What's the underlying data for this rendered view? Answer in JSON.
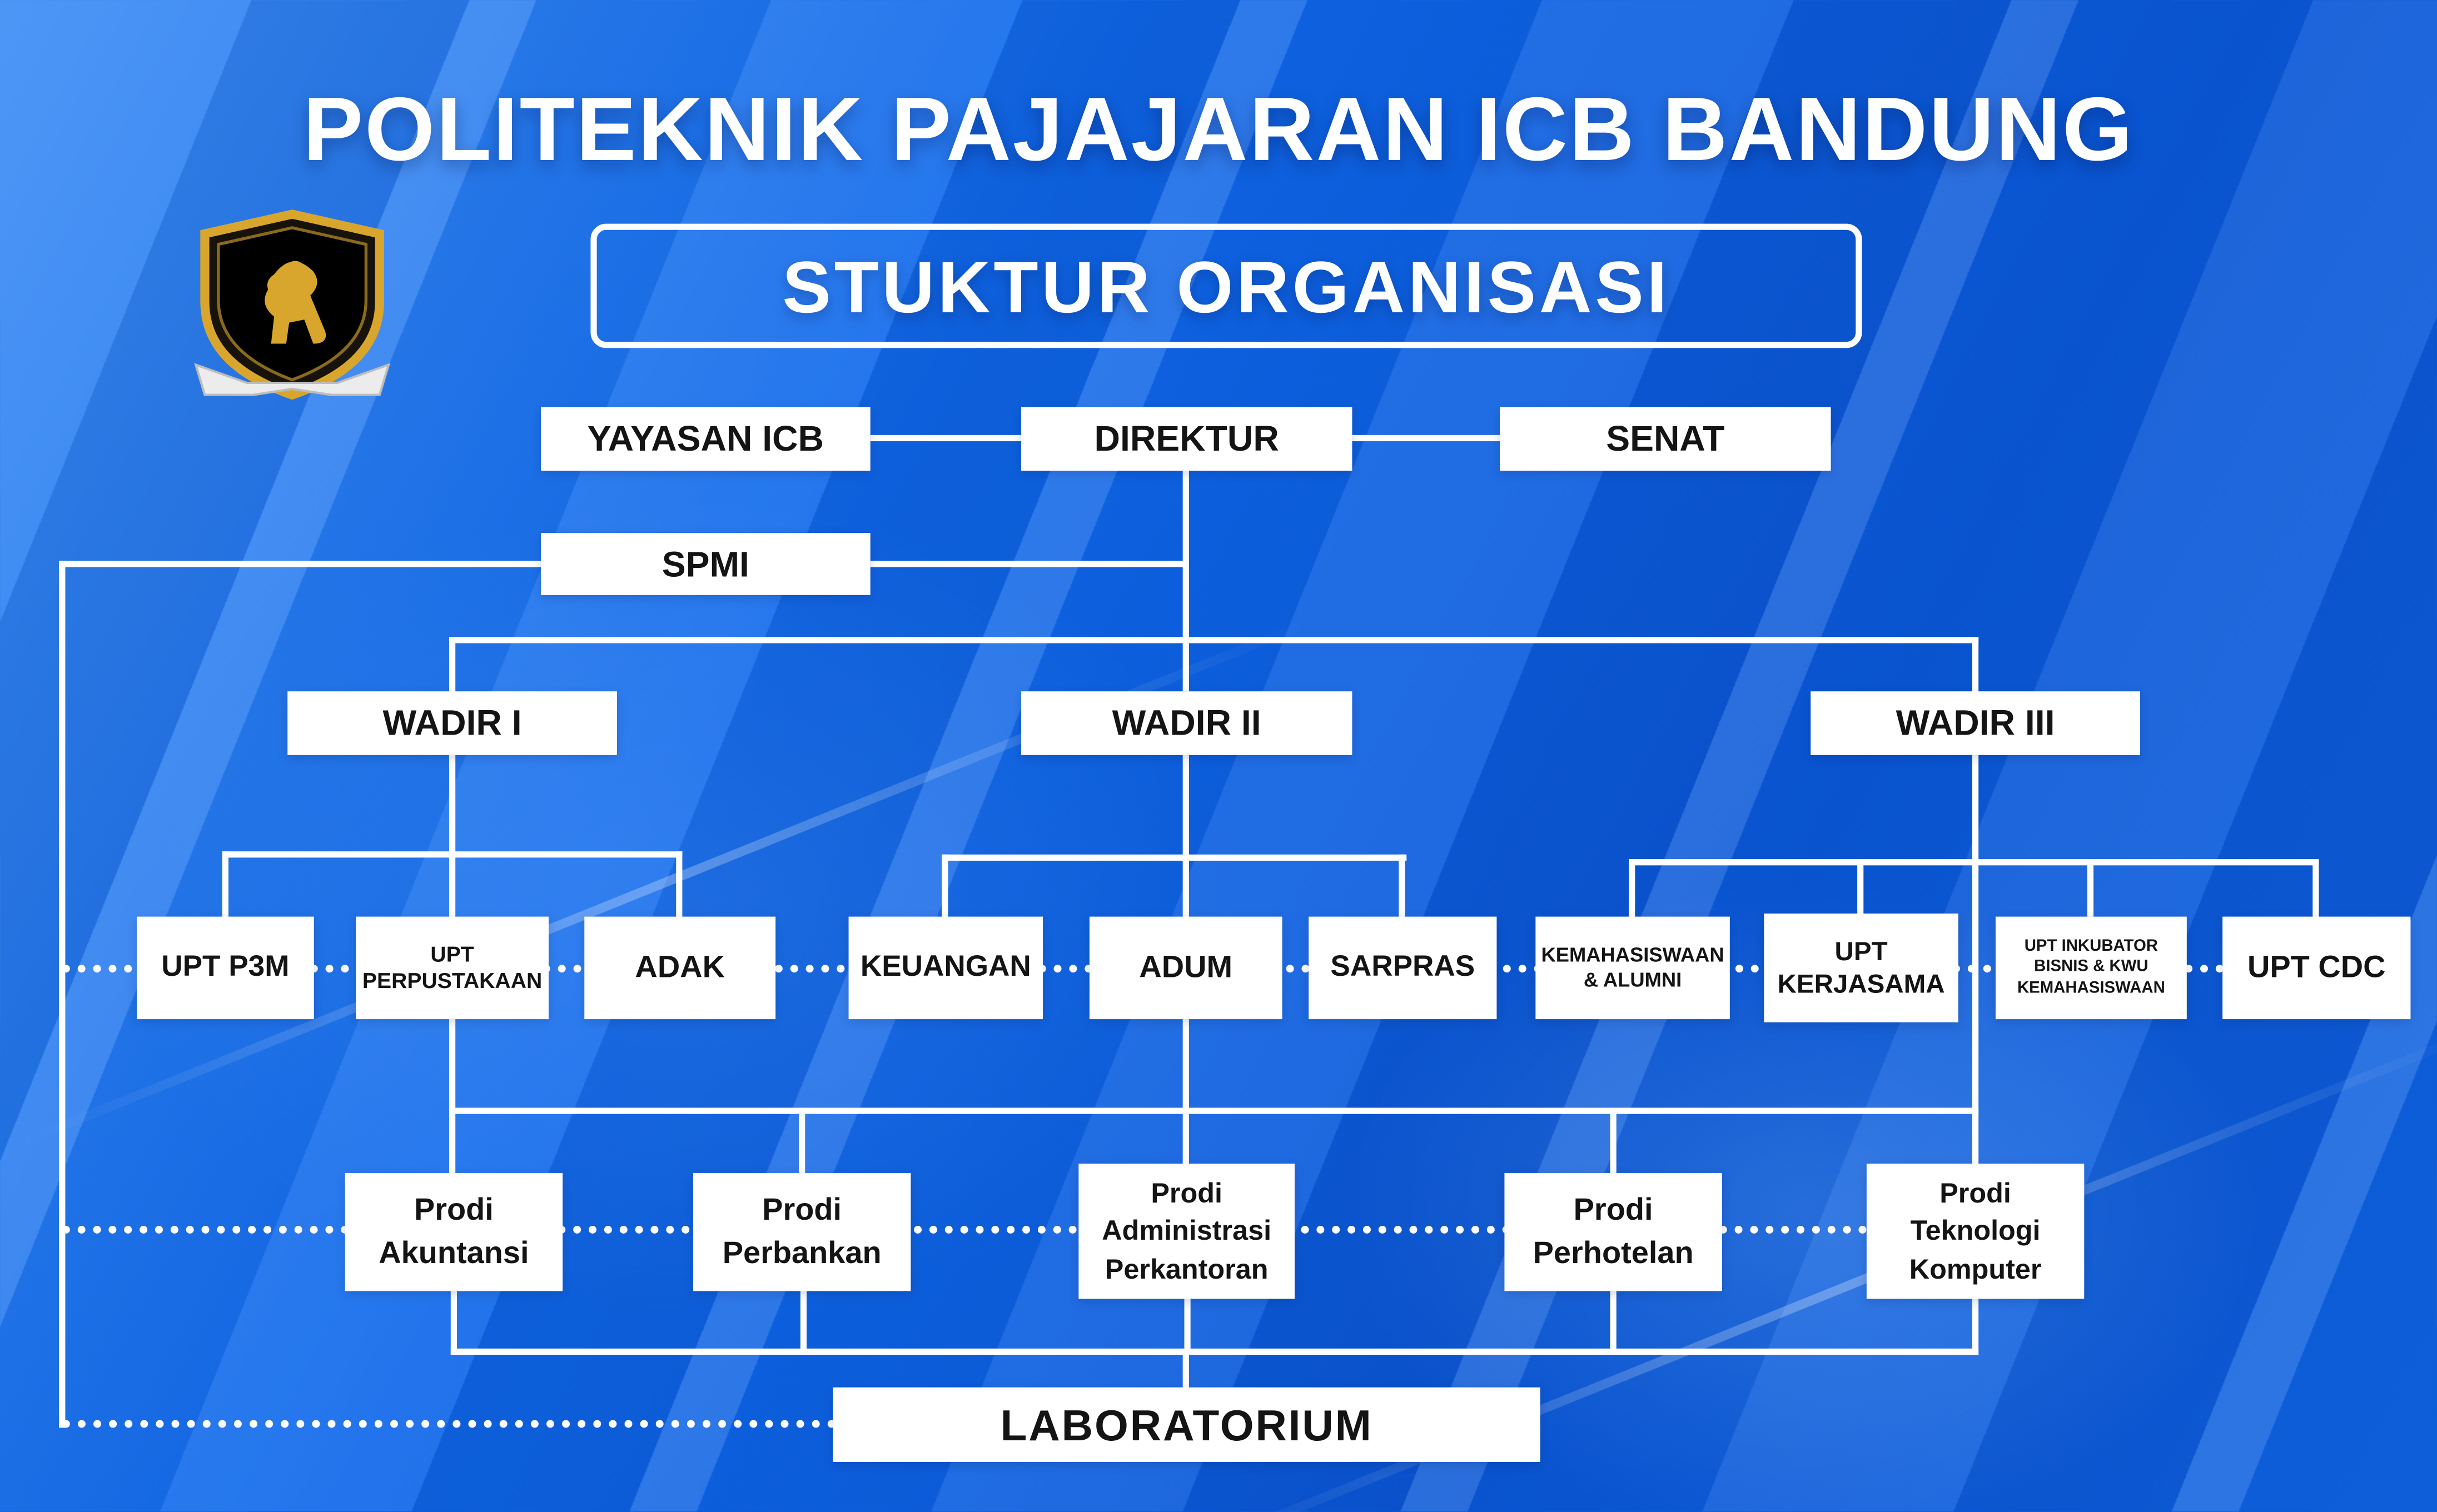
{
  "title": "POLITEKNIK PAJAJARAN ICB BANDUNG",
  "subtitle": "STUKTUR ORGANISASI",
  "colors": {
    "background_blue": "#0f63e2",
    "box_background": "#ffffff",
    "box_text": "#141414",
    "connector": "#ffffff",
    "logo_gold": "#d8a62c",
    "logo_black": "#111111"
  },
  "logo": {
    "name": "shield-lion-emblem"
  },
  "nodes": {
    "yayasan": "YAYASAN ICB",
    "direktur": "DIREKTUR",
    "senat": "SENAT",
    "spmi": "SPMI",
    "wadir1": "WADIR I",
    "wadir2": "WADIR II",
    "wadir3": "WADIR III",
    "upt_p3m": "UPT P3M",
    "upt_perpustakaan": "UPT\nPERPUSTAKAAN",
    "adak": "ADAK",
    "keuangan": "KEUANGAN",
    "adum": "ADUM",
    "sarpras": "SARPRAS",
    "kemahasiswaan": "KEMAHASISWAAN\n& ALUMNI",
    "upt_kerjasama": "UPT\nKERJASAMA",
    "upt_inkubator": "UPT INKUBATOR\nBISNIS & KWU\nKEMAHASISWAAN",
    "upt_cdc": "UPT CDC",
    "prodi_akuntansi": "Prodi\nAkuntansi",
    "prodi_perbankan": "Prodi\nPerbankan",
    "prodi_administrasi": "Prodi\nAdministrasi\nPerkantoran",
    "prodi_perhotelan": "Prodi\nPerhotelan",
    "prodi_teknologi": "Prodi\nTeknologi\nKomputer",
    "laboratorium": "LABORATORIUM"
  }
}
